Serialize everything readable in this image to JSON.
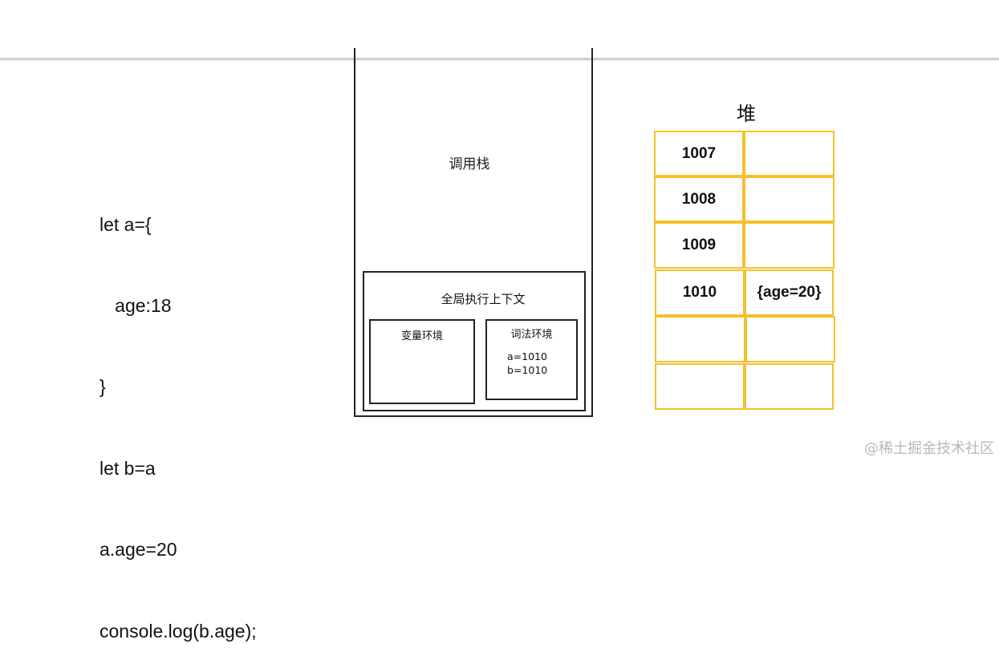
{
  "code": {
    "lines": [
      "let a={",
      "   age:18",
      "}",
      "let b=a",
      "a.age=20",
      "console.log(b.age);"
    ]
  },
  "call_stack": {
    "title": "调用栈",
    "global_context": {
      "title": "全局执行上下文",
      "variable_env": {
        "title": "变量环境"
      },
      "lexical_env": {
        "title": "词法环境",
        "entries": [
          "a=1010",
          "b=1010"
        ]
      }
    }
  },
  "heap": {
    "title": "堆",
    "rows": [
      {
        "address": "1007",
        "value": ""
      },
      {
        "address": "1008",
        "value": ""
      },
      {
        "address": "1009",
        "value": ""
      },
      {
        "address": "1010",
        "value": "{age=20}"
      },
      {
        "address": "",
        "value": ""
      },
      {
        "address": "",
        "value": ""
      }
    ],
    "border_color": "#f5c02a"
  },
  "watermark": "@稀土掘金技术社区"
}
